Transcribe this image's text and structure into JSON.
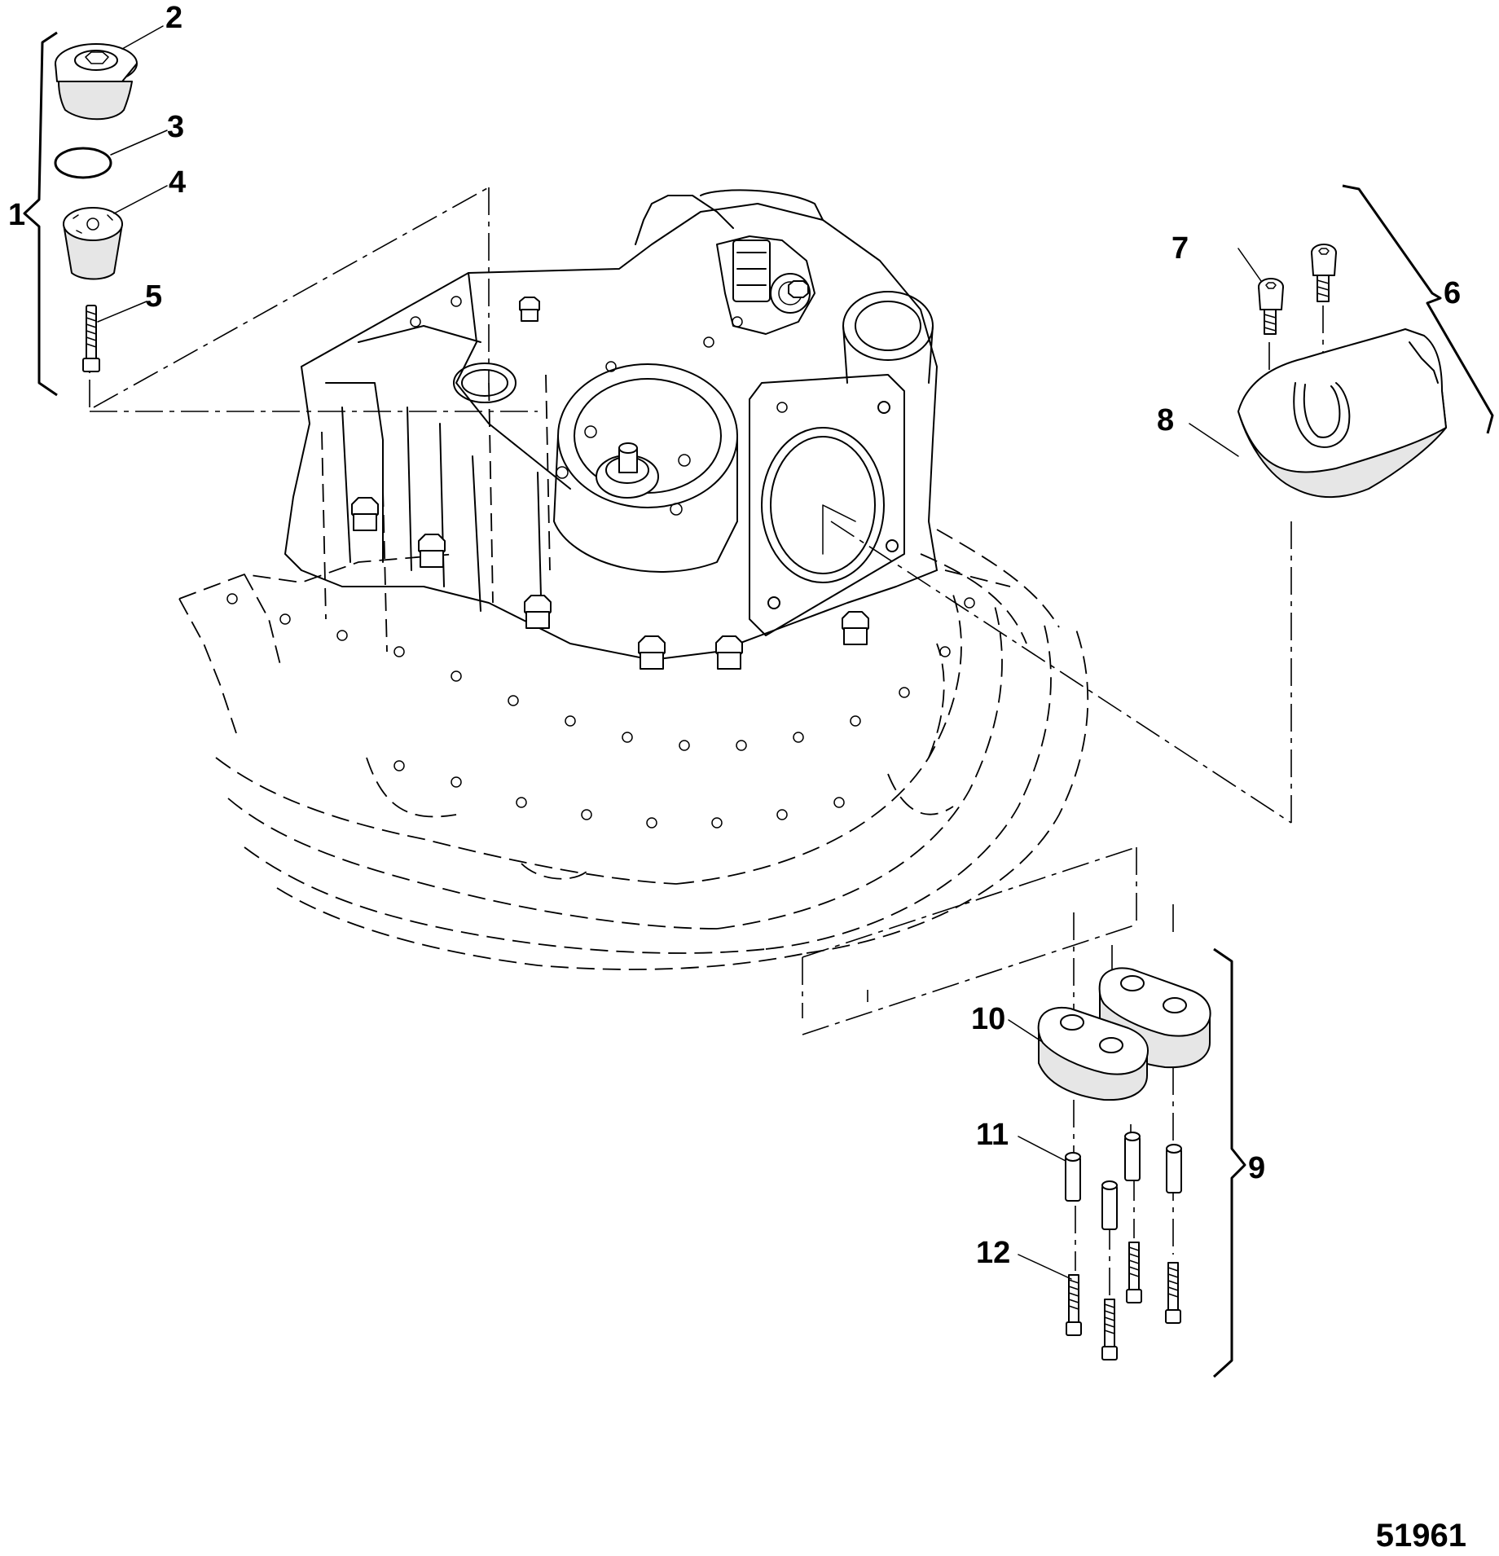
{
  "figure_id": "51961",
  "callouts": {
    "c1": "1",
    "c2": "2",
    "c3": "3",
    "c4": "4",
    "c5": "5",
    "c6": "6",
    "c7": "7",
    "c8": "8",
    "c9": "9",
    "c10": "10",
    "c11": "11",
    "c12": "12"
  }
}
